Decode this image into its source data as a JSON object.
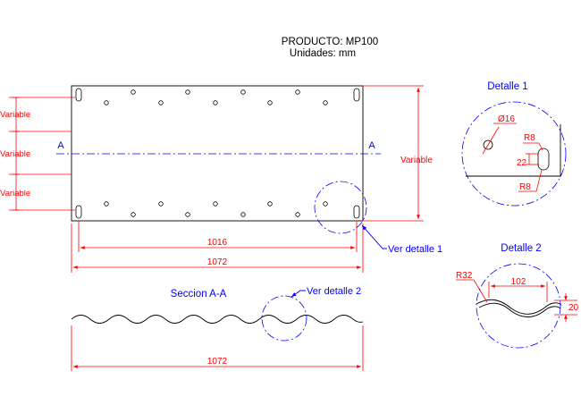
{
  "header": {
    "product": "PRODUCTO: MP100",
    "units": "Unidades: mm"
  },
  "front_view": {
    "section_mark_left": "A",
    "section_mark_right": "A",
    "left_dims": [
      "Variable",
      "Variable",
      "Variable"
    ],
    "right_dim": "Variable",
    "dim_inner": "1016",
    "dim_overall": "1072",
    "callout_detail1": "Ver detalle 1"
  },
  "section_view": {
    "title": "Seccion A-A",
    "callout_detail2": "Ver detalle 2",
    "dim_overall": "1072"
  },
  "detail1": {
    "title": "Detalle 1",
    "dia": "Ø16",
    "r_top": "R8",
    "height": "22",
    "r_bottom": "R8"
  },
  "detail2": {
    "title": "Detalle 2",
    "radius": "R32",
    "pitch": "102",
    "depth": "20"
  },
  "colors": {
    "outline": "#000000",
    "dimension": "#ff0000",
    "annotation": "#0000ff"
  }
}
